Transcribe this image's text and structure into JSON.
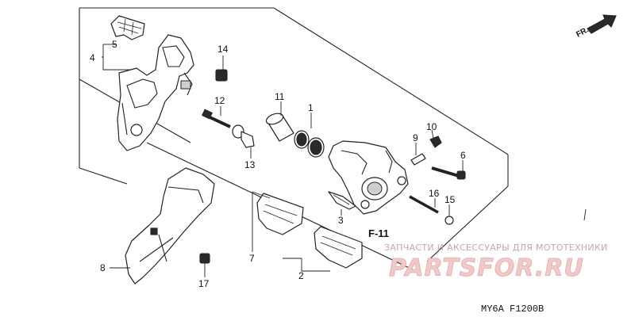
{
  "diagram": {
    "callouts": {
      "c1": "1",
      "c2": "2",
      "c3": "3",
      "c4": "4",
      "c5": "5",
      "c6": "6",
      "c7": "7",
      "c8": "8",
      "c9": "9",
      "c10": "10",
      "c11": "11",
      "c12": "12",
      "c13": "13",
      "c14": "14",
      "c15": "15",
      "c16": "16",
      "c17": "17"
    },
    "section_ref": "F-11",
    "direction_label": "FR.",
    "footer_code": "MY6A  F1200B"
  },
  "watermark": {
    "caption": "ЗАПЧАСТИ И АКСЕССУАРЫ ДЛЯ МОТОТЕХНИКИ",
    "logo": "PARTSFOR.RU"
  }
}
